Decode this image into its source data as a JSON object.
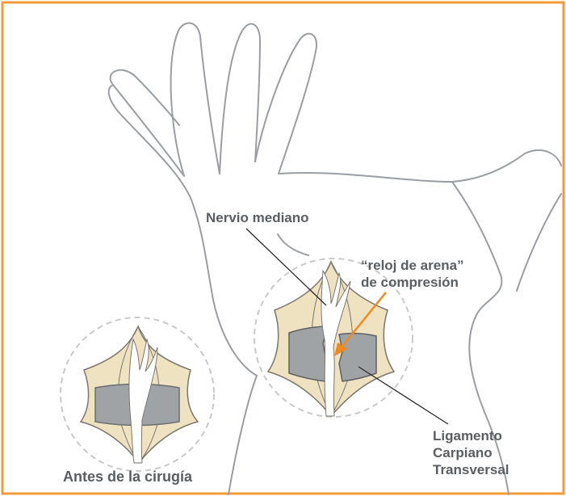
{
  "labels": {
    "nerve": "Nervio mediano",
    "hourglass_line1": "“reloj de arena”",
    "hourglass_line2": "de compresión",
    "ligament_line1": "Ligamento",
    "ligament_line2": "Carpiano",
    "ligament_line3": "Transversal",
    "before_surgery": "Antes de la cirugía"
  },
  "colors": {
    "border": "#f39a3a",
    "hand_outline": "#9a9ea2",
    "tissue_fill": "#efe2c1",
    "tissue_stroke": "#7a7770",
    "ligament_fill": "#a0a3a6",
    "nerve_fill": "#ffffff",
    "dashed_circle": "#c9c9c9",
    "arrow": "#f08a1c",
    "text": "#5b5e61"
  }
}
